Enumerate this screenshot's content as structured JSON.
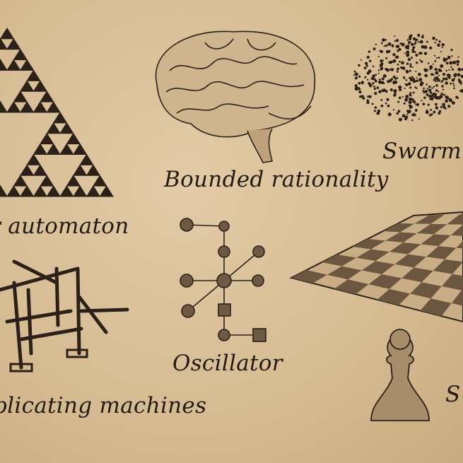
{
  "labels": {
    "automaton": "r automaton",
    "bounded": "Bounded rationality",
    "swarm": "Swarm",
    "oscillator": "Oscillator",
    "machines": "plicating machines",
    "chess": "S"
  },
  "colors": {
    "paper": "#d9bf98",
    "ink": "#231a12"
  }
}
